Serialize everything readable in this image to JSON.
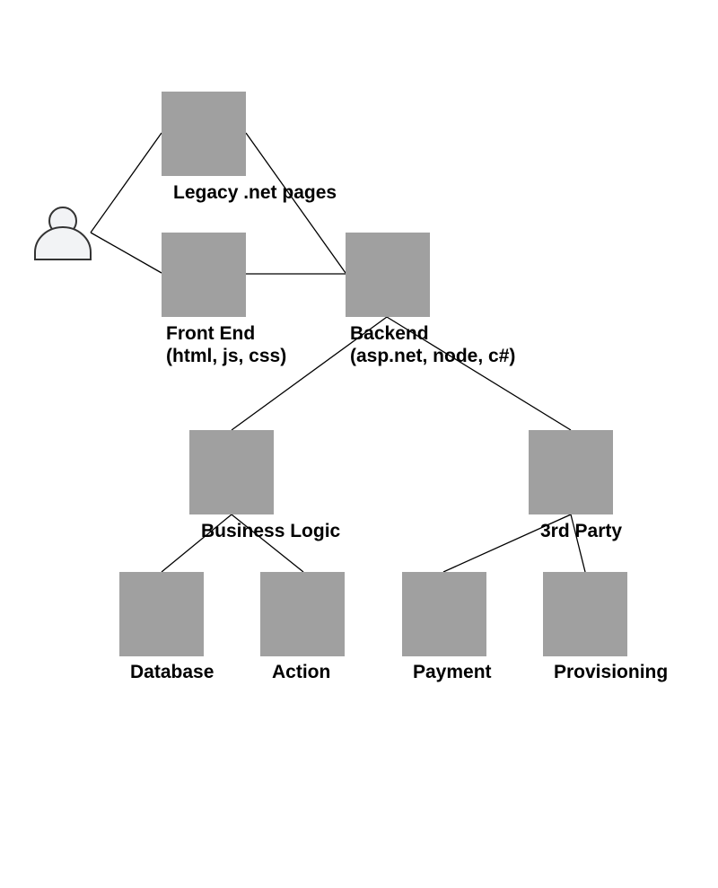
{
  "colors": {
    "node_fill": "#a0a0a0",
    "edge": "#000000",
    "user_fill": "#f2f3f5",
    "user_stroke": "#333333",
    "text": "#000000"
  },
  "user": {
    "icon": "user-icon"
  },
  "nodes": [
    {
      "id": "legacy",
      "lines": [
        "Legacy .net pages"
      ]
    },
    {
      "id": "frontend",
      "lines": [
        "Front End",
        "(html, js, css)"
      ]
    },
    {
      "id": "backend",
      "lines": [
        "Backend",
        "(asp.net, node, c#)"
      ]
    },
    {
      "id": "business-logic",
      "lines": [
        "Business Logic"
      ]
    },
    {
      "id": "third-party",
      "lines": [
        "3rd Party"
      ]
    },
    {
      "id": "database",
      "lines": [
        "Database"
      ]
    },
    {
      "id": "action",
      "lines": [
        "Action"
      ]
    },
    {
      "id": "payment",
      "lines": [
        "Payment"
      ]
    },
    {
      "id": "provisioning",
      "lines": [
        "Provisioning"
      ]
    }
  ],
  "edges": [
    {
      "from": "user",
      "to": "legacy"
    },
    {
      "from": "user",
      "to": "frontend"
    },
    {
      "from": "legacy",
      "to": "backend"
    },
    {
      "from": "frontend",
      "to": "backend"
    },
    {
      "from": "backend",
      "to": "business-logic"
    },
    {
      "from": "backend",
      "to": "third-party"
    },
    {
      "from": "business-logic",
      "to": "database"
    },
    {
      "from": "business-logic",
      "to": "action"
    },
    {
      "from": "third-party",
      "to": "payment"
    },
    {
      "from": "third-party",
      "to": "provisioning"
    }
  ]
}
